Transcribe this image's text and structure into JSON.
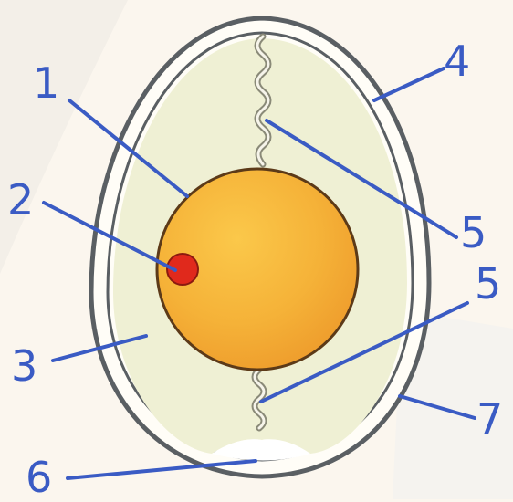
{
  "colors": {
    "background": "#fbf6ee",
    "shell": "#5a5f63",
    "shell_inner": "#fffdf7",
    "albumen": "#eff0d4",
    "yolk": "#f5b238",
    "yolk_edge": "#5c3a18",
    "germinal_disc": "#e0291c",
    "chalaza": "#8a8a78",
    "air_cell": "#ffffff",
    "label_ink": "#3a5bc4"
  },
  "labels": [
    "1",
    "2",
    "3",
    "4",
    "5",
    "5",
    "6",
    "7"
  ]
}
